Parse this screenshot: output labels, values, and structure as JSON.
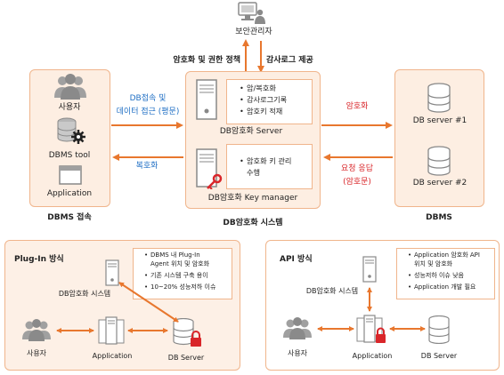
{
  "admin": {
    "label": "보안관리자"
  },
  "top_labels": {
    "left": "암호화 및 권한 정책",
    "right": "감사로그 제공"
  },
  "dbms_access": {
    "title": "DBMS 접속",
    "user_label": "사용자",
    "tool_label": "DBMS tool",
    "app_label": "Application"
  },
  "center_system": {
    "title": "DB암호화 시스템",
    "server_label": "DB암호화 Server",
    "server_features": [
      "암/복호화",
      "감사로그기록",
      "암호키 적재"
    ],
    "keymgr_label": "DB암호화 Key manager",
    "keymgr_features": [
      "암호화 키 관리",
      "수행"
    ]
  },
  "dbms": {
    "title": "DBMS",
    "server1": "DB server #1",
    "server2": "DB server #2"
  },
  "arrows": {
    "access_line1": "DB접속 및",
    "access_line2": "데이터 접근 (평문)",
    "decrypt": "복호화",
    "encrypt": "암호화",
    "request_line1": "요청 응답",
    "request_line2": "(암호문)"
  },
  "plugin": {
    "title": "Plug-In 방식",
    "notes": [
      "DBMS 내 Plug-In",
      "Agent 위치 및 암호화",
      "기존 시스템 구축 용이",
      "10~20% 성능저하 이슈"
    ],
    "system_label": "DB암호화 시스템",
    "user_label": "사용자",
    "app_label": "Application",
    "db_label": "DB Server"
  },
  "api": {
    "title": "API 방식",
    "notes": [
      "Application 암호화 API",
      "위치 및 암호화",
      "성능저하 이슈 낮음",
      "Application 개발 필요"
    ],
    "system_label": "DB암호화 시스템",
    "user_label": "사용자",
    "app_label": "Application",
    "db_label": "DB Server"
  },
  "colors": {
    "panel": "#fdeee2",
    "border": "#f0b58c",
    "arrow": "#e8772e",
    "label_blue": "#1f6fc4",
    "label_red": "#d9262a",
    "icon_gray": "#9a9a9a"
  }
}
